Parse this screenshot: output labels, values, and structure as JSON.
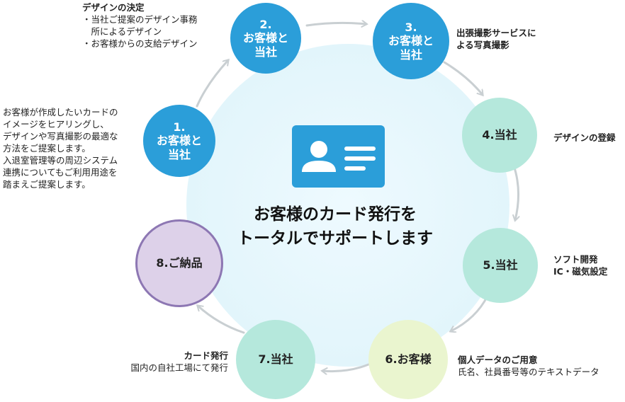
{
  "center": {
    "line1": "お客様のカード発行を",
    "line2": "トータルでサポートします"
  },
  "icons": {
    "center": "id-card-icon"
  },
  "colors": {
    "blue": "#2b9ed9",
    "mint": "#b5e8dc",
    "cream": "#eaf5cf",
    "purple_fill": "#ddd1e9",
    "purple_border": "#8d77b3",
    "background": "#e2f5fb",
    "arrow": "#c9cfd2"
  },
  "steps": [
    {
      "label": "1.\nお客様と\n当社"
    },
    {
      "label": "2.\nお客様と\n当社"
    },
    {
      "label": "3.\nお客様と\n当社"
    },
    {
      "label": "4.当社"
    },
    {
      "label": "5.当社"
    },
    {
      "label": "6.お客様"
    },
    {
      "label": "7.当社"
    },
    {
      "label": "8.ご納品"
    }
  ],
  "notes": {
    "step1": {
      "lines": [
        "お客様が作成したいカードの",
        "イメージをヒアリングし、",
        "デザインや写真撮影の最適な",
        "方法をご提案します。",
        "入退室管理等の周辺システム",
        "連携についてもご利用用途を",
        "踏まえご提案します。"
      ]
    },
    "step2": {
      "title": "デザインの決定",
      "lines": [
        "・当社ご提案のデザイン事務",
        "　所によるデザイン",
        "・お客様からの支給デザイン"
      ]
    },
    "step3": {
      "lines": [
        "出張撮影サービスに",
        "よる写真撮影"
      ]
    },
    "step4": {
      "lines": [
        "デザインの登録"
      ]
    },
    "step5": {
      "lines": [
        "ソフト開発",
        "IC・磁気設定"
      ]
    },
    "step6": {
      "title": "個人データのご用意",
      "lines": [
        "氏名、社員番号等のテキストデータ"
      ]
    },
    "step7": {
      "title": "カード発行",
      "lines": [
        "国内の自社工場にて発行"
      ]
    }
  }
}
